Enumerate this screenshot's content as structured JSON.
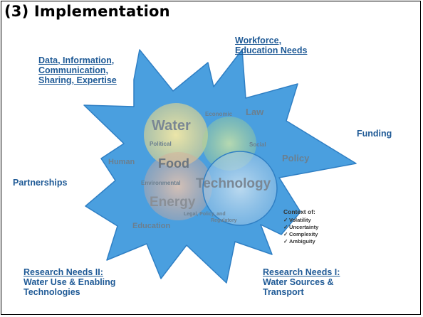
{
  "title": "(3) Implementation",
  "labels": {
    "data_info": [
      "Data, Information,",
      "Communication,",
      "Sharing, Expertise"
    ],
    "workforce": [
      "Workforce,",
      "Education Needs"
    ],
    "funding": "Funding",
    "partnerships": "Partnerships",
    "research_2": {
      "heading": "Research Needs II:",
      "lines": [
        "Water Use & Enabling",
        "Technologies"
      ]
    },
    "research_1": {
      "heading": "Research Needs I:",
      "lines": [
        "Water Sources &",
        "Transport"
      ]
    }
  },
  "diagram": {
    "big_words": {
      "water": "Water",
      "food": "Food",
      "energy": "Energy",
      "technology": "Technology"
    },
    "small_words": {
      "economic": "Economic",
      "law": "Law",
      "political": "Political",
      "social": "Social",
      "policy": "Policy",
      "human": "Human",
      "environmental": "Environmental",
      "legal": [
        "Legal, Policy, and",
        "Regulatory"
      ],
      "education": "Education"
    },
    "context": {
      "heading": "Context of:",
      "items": [
        "Volatility",
        "Uncertainty",
        "Complexity",
        "Ambiguity"
      ]
    }
  },
  "colors": {
    "star": "#4a9fdf",
    "star_edge": "#2f7fc4",
    "title": "#000000",
    "link": "#1f5a96"
  }
}
